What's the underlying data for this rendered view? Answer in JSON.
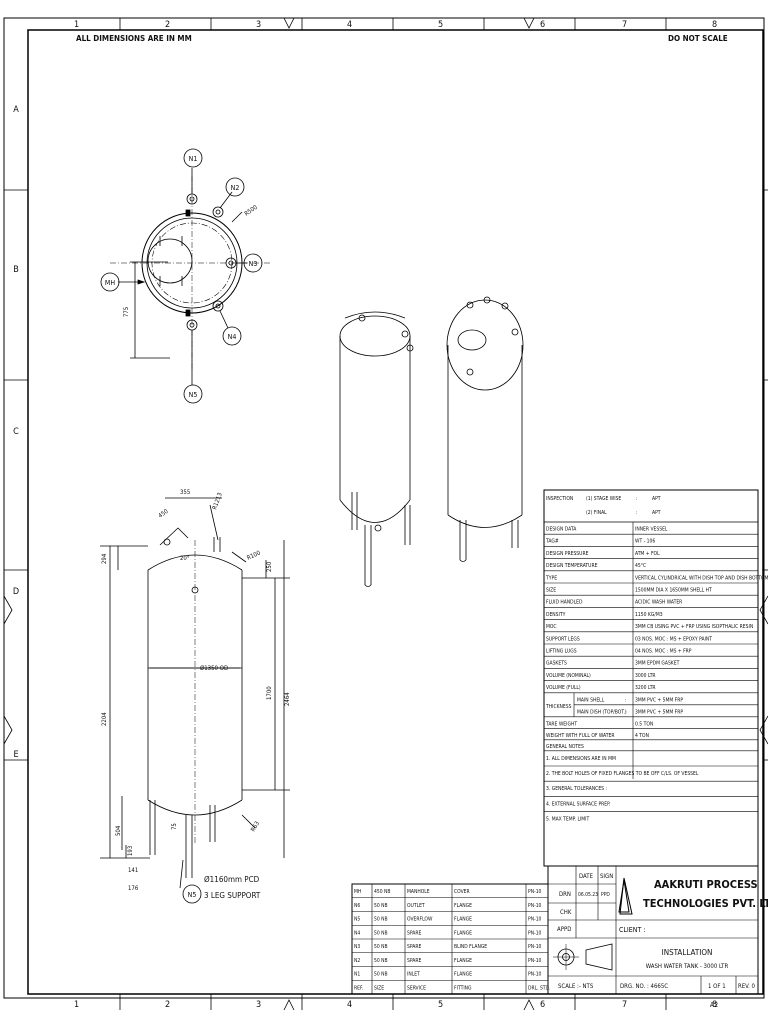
{
  "notes": {
    "dimensions": "ALL DIMENSIONS ARE IN MM",
    "scale_note": "DO NOT SCALE"
  },
  "grid": {
    "columns": [
      "1",
      "2",
      "3",
      "4",
      "5",
      "6",
      "7",
      "8"
    ],
    "rows": [
      "A",
      "B",
      "C",
      "D",
      "E"
    ]
  },
  "top_view": {
    "nozzles": [
      "N1",
      "N2",
      "N3",
      "N4",
      "N5",
      "MH"
    ],
    "radius": "R500",
    "dim_vertical": "775"
  },
  "front_view": {
    "dims": {
      "top_width": "355",
      "nozzle_offset": "450",
      "knuckle": "R1213",
      "crown": "R100",
      "head_right": "250",
      "head_left": "294",
      "angle": "20°",
      "diameter": "Ø1350 OD",
      "shell_height": "1700",
      "overall_right": "2464",
      "overall_left": "2204",
      "leg": "504",
      "leg_gap": "75",
      "bottom": "193",
      "foot_a": "141",
      "foot_b": "176",
      "r_bottom": "R63"
    },
    "bottom_nozzle": "N5",
    "support_note_1": "Ø1160mm PCD",
    "support_note_2": "3 LEG SUPPORT"
  },
  "spec_table": {
    "inspection_label": "INSPECTION",
    "stage_1": "(1)  STAGE WISE",
    "stage_2": "(2)  FINAL",
    "colon": ":",
    "apt": "APT",
    "rows": [
      [
        "DESIGN DATA",
        "INNER VESSEL"
      ],
      [
        "TAG#",
        "WT - 106"
      ],
      [
        "DESIGN PRESSURE",
        "ATM + FOL"
      ],
      [
        "DESIGN TEMPERATURE",
        "45°C"
      ],
      [
        "TYPE",
        "VERTICAL CYLINDRICAL WITH DISH TOP AND DISH BOTTOM"
      ],
      [
        "SIZE",
        "1500MM DIA X 1650MM SHELL HT"
      ],
      [
        "FLUID HANDLED",
        "ACIDIC WASH WATER"
      ],
      [
        "DENSITY",
        "1150 KG/M3"
      ],
      [
        "MOC",
        "3MM CB USING PVC + FRP USING ISOPTHALIC RESIN"
      ],
      [
        "SUPPORT LEGS",
        "03 NOS. MOC : MS + EPOXY PAINT"
      ],
      [
        "LIFTING LUGS",
        "04 NOS. MOC : MS + FRP"
      ],
      [
        "GASKETS",
        "3MM EPDM GASKET"
      ],
      [
        "VOLUME (NOMINAL)",
        "3000 LTR"
      ],
      [
        "VOLUME (FULL)",
        "3200 LTR"
      ]
    ],
    "thickness_label": "THICKNESS",
    "thickness_rows": [
      [
        "MAIN SHELL",
        ":",
        "3MM PVC + 5MM FRP"
      ],
      [
        "MAIN DISH (TOP/BOT.)",
        ":",
        "3MM PVC + 5MM FRP"
      ]
    ],
    "weights": [
      [
        "TARE WEIGHT",
        "0.5 TON"
      ],
      [
        "WEIGHT WITH FULL OF WATER",
        "4 TON"
      ]
    ],
    "general_notes_title": "GENERAL NOTES",
    "general_notes": [
      "1.  ALL DIMENSIONS ARE IN MM",
      "2.  THE BOLT HOLES OF FIXED FLANGES TO BE OFF C/LS. OF VESSEL",
      "3.  GENERAL TOLERANCES       :",
      "4.  EXTERNAL SURFACE PREP.",
      "5.  MAX TEMP. LIMIT"
    ]
  },
  "nozzle_table": {
    "rows": [
      [
        "MH",
        "450 NB",
        "MANHOLE",
        "COVER",
        "PN-10"
      ],
      [
        "N6",
        "50 NB",
        "OUTLET",
        "FLANGE",
        "PN-10"
      ],
      [
        "N5",
        "50 NB",
        "OVERFLOW",
        "FLANGE",
        "PN-10"
      ],
      [
        "N4",
        "50 NB",
        "SPARE",
        "FLANGE",
        "PN-10"
      ],
      [
        "N3",
        "50 NB",
        "SPARE",
        "BLIND FLANGE",
        "PN-10"
      ],
      [
        "N2",
        "50 NB",
        "SPARE",
        "FLANGE",
        "PN-10"
      ],
      [
        "N1",
        "50 NB",
        "INLET",
        "FLANGE",
        "PN-10"
      ]
    ],
    "header": [
      "REF.",
      "SIZE",
      "SERVICE",
      "FITTING",
      "DRL. STD."
    ]
  },
  "title_block": {
    "date_label": "DATE",
    "sign_label": "SIGN",
    "drn_label": "DRN",
    "drn_date": "06.05.23",
    "drn_sign": "PPD",
    "chk_label": "CHK",
    "appd_label": "APPD",
    "company_1": "AAKRUTI PROCESS",
    "company_2": "TECHNOLOGIES PVT. LTD.",
    "client_label": "CLIENT :",
    "title_1": "INSTALLATION",
    "title_2": "WASH WATER TANK - 3000 LTR",
    "scale_label": "SCALE :- NTS",
    "drg_no": "DRG. NO. : 4665C",
    "sheet": "1 OF 1",
    "rev": "REV. 0",
    "size": "A2"
  }
}
